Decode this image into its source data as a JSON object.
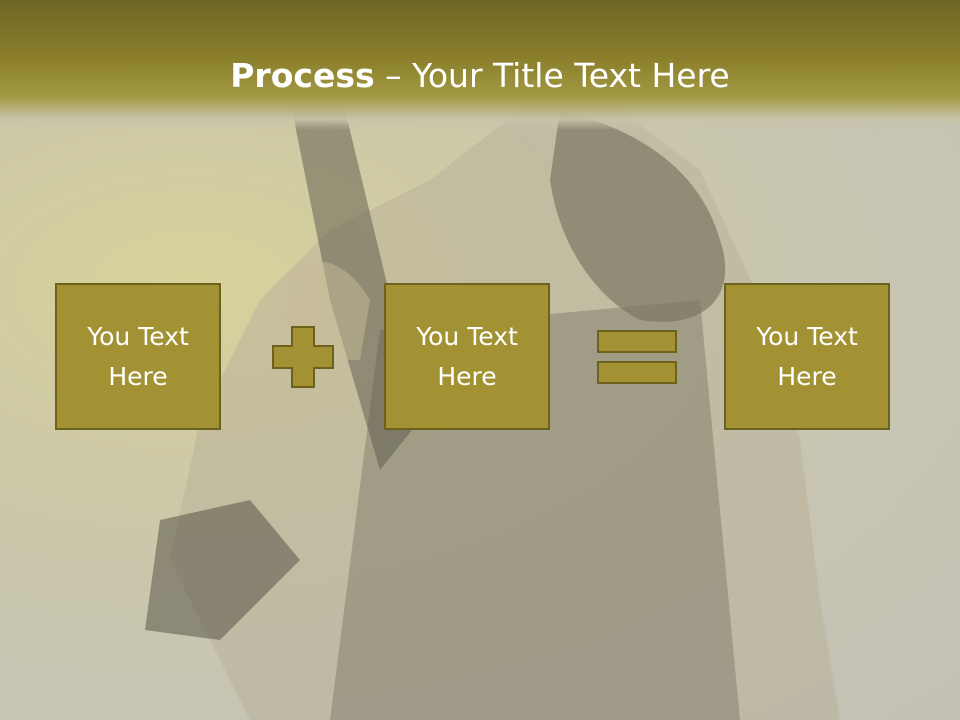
{
  "slide": {
    "title_bold": "Process",
    "title_rest": " – Your Title Text Here"
  },
  "boxes": [
    {
      "text": "You Text Here"
    },
    {
      "text": "You Text Here"
    },
    {
      "text": "You Text Here"
    }
  ],
  "colors": {
    "title_bar": "#8b7f2b",
    "box_fill": "#a39233",
    "box_border": "#6d621d",
    "symbol_fill": "#a39233"
  },
  "icons": [
    "plus-icon",
    "equals-icon"
  ]
}
